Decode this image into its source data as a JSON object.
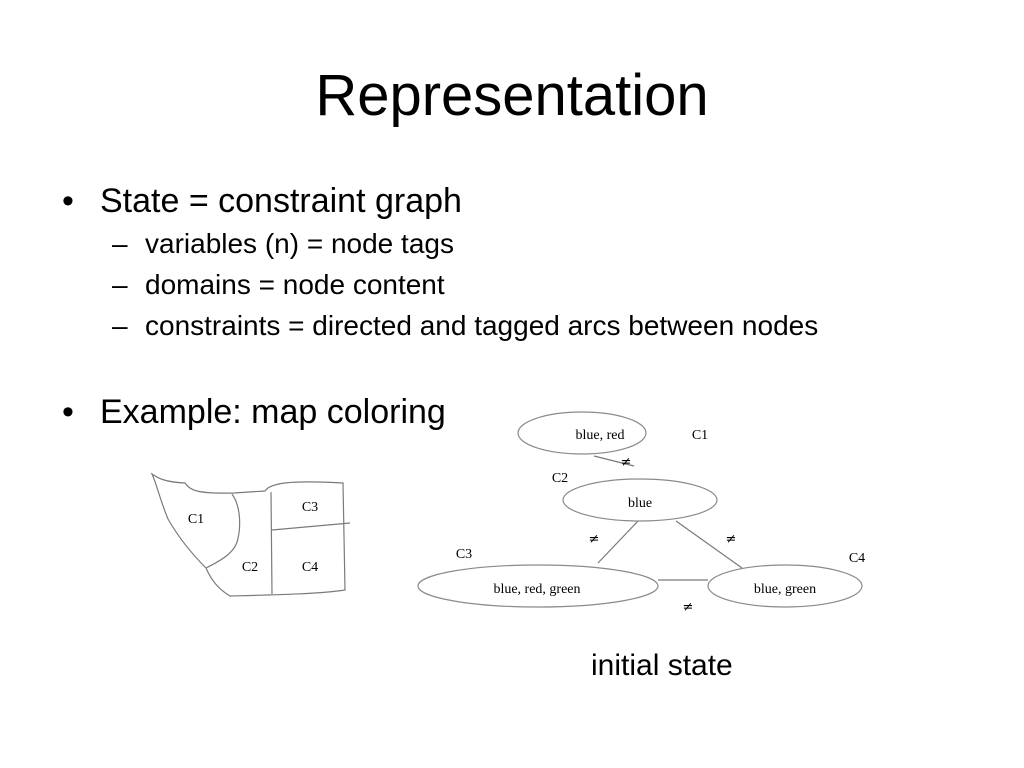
{
  "slide": {
    "title": "Representation",
    "bullets": [
      {
        "text": "State = constraint graph",
        "subitems": [
          "variables (n) = node tags",
          "domains = node content",
          "constraints = directed and tagged arcs between nodes"
        ]
      },
      {
        "text": "Example: map coloring"
      }
    ],
    "bullet_symbol": "•",
    "sub_symbol": "–",
    "caption": "initial state"
  },
  "map": {
    "regions": [
      "C1",
      "C2",
      "C3",
      "C4"
    ]
  },
  "graph": {
    "nodes": [
      {
        "tag": "C1",
        "domain": "blue, red"
      },
      {
        "tag": "C2",
        "domain": "blue"
      },
      {
        "tag": "C3",
        "domain": "blue, red, green"
      },
      {
        "tag": "C4",
        "domain": "blue, green"
      }
    ],
    "arc_label": "≠"
  }
}
